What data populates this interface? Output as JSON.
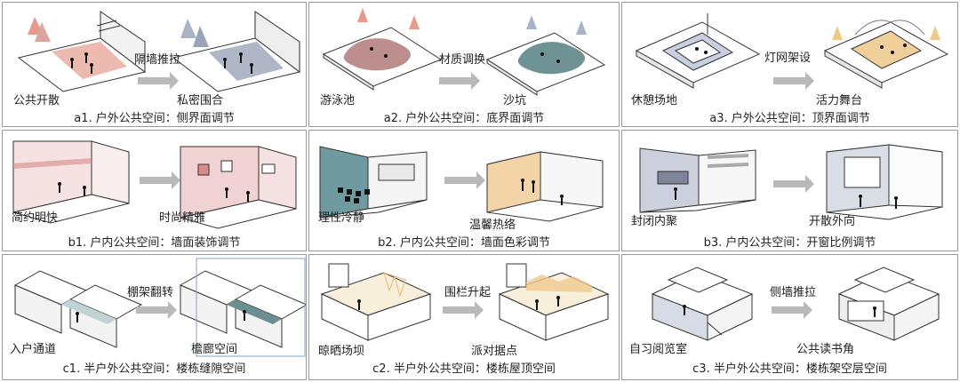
{
  "panels": [
    {
      "id": "a1",
      "caption": "a1. 户外公共空间：侧界面调节",
      "before": "公共开散",
      "after": "私密围合",
      "action": "隔墙推拉"
    },
    {
      "id": "a2",
      "caption": "a2. 户外公共空间：底界面调节",
      "before": "游泳池",
      "after": "沙坑",
      "action": "材质调换"
    },
    {
      "id": "a3",
      "caption": "a3. 户外公共空间：顶界面调节",
      "before": "休憩场地",
      "after": "活力舞台",
      "action": "灯网架设"
    },
    {
      "id": "b1",
      "caption": "b1. 户内公共空间：墙面装饰调节",
      "before": "简约明快",
      "after": "时尚精雅",
      "action": ""
    },
    {
      "id": "b2",
      "caption": "b2. 户内公共空间：墙面色彩调节",
      "before": "理性冷静",
      "after": "温馨热络",
      "action": ""
    },
    {
      "id": "b3",
      "caption": "b3. 户内公共空间：开窗比例调节",
      "before": "封闭内聚",
      "after": "开散外向",
      "action": ""
    },
    {
      "id": "c1",
      "caption": "c1. 半户外公共空间：楼栋缝隙空间",
      "before": "入户通道",
      "after": "檐廊空间",
      "action": "棚架翻转"
    },
    {
      "id": "c2",
      "caption": "c2. 半户外公共空间：楼栋屋顶空间",
      "before": "晾晒场坝",
      "after": "派对据点",
      "action": "围栏升起"
    },
    {
      "id": "c3",
      "caption": "c3. 半户外公共空间：楼栋架空层空间",
      "before": "自习阅览室",
      "after": "公共读书角",
      "action": "侧墙推拉"
    }
  ]
}
